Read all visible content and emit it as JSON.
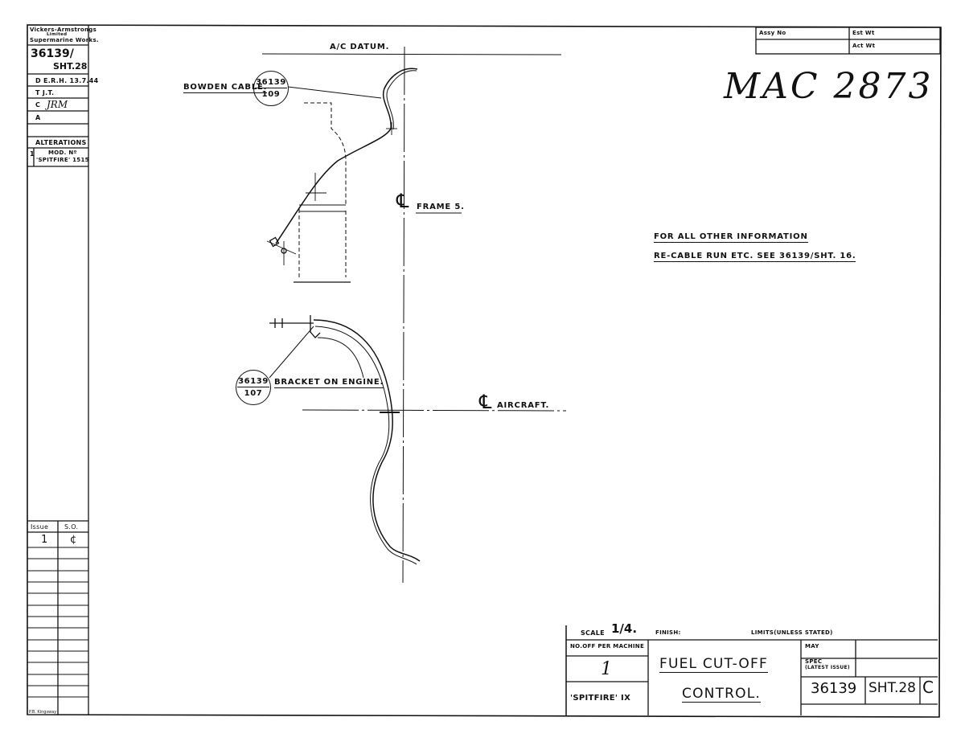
{
  "sidebar": {
    "company_line1": "Vickers-Armstrongs",
    "company_line2": "Limited",
    "company_line3": "Supermarine Works.",
    "drawing_no": "36139/",
    "sheet": "SHT.28",
    "d_row": "D E.R.H. 13.7.44",
    "t_row": "T  J.T.",
    "c_row": "C",
    "c_initials": "JRM",
    "a_row": "A",
    "alterations_label": "ALTERATIONS",
    "alt_num": "1",
    "alt_text1": "MOD. Nº",
    "alt_text2": "'SPITFIRE' 1515",
    "issue_label": "Issue",
    "so_label": "S.O.",
    "issue_val": "1",
    "so_val": "¢"
  },
  "top_right": {
    "assy_no_label": "Assy No",
    "est_wt_label": "Est Wt",
    "act_wt_label": "Act Wt",
    "handwritten_ref": "MAC 2873"
  },
  "drawing": {
    "datum_label": "A/C DATUM.",
    "bowden_label": "BOWDEN CABLE.",
    "bowden_ref_top": "36139",
    "bowden_ref_bot": "109",
    "frame_label": "FRAME 5.",
    "bracket_label": "BRACKET ON ENGINE.",
    "bracket_ref_top": "36139",
    "bracket_ref_bot": "107",
    "aircraft_label": "AIRCRAFT.",
    "centerline_symbol": "℄",
    "note_line1": "FOR ALL OTHER INFORMATION",
    "note_line2": "RE-CABLE RUN ETC. SEE 36139/SHT. 16."
  },
  "title_block": {
    "scale_label": "SCALE",
    "scale_value": "1/4.",
    "finish_label": "FINISH:",
    "limits_label": "LIMITS(UNLESS STATED)",
    "no_off_label": "NO.OFF PER MACHINE",
    "no_off_value": "1",
    "aircraft_type": "'SPITFIRE' IX",
    "title_line1": "FUEL CUT-OFF",
    "title_line2": "CONTROL.",
    "may_label": "MAY",
    "spec_label": "SPEC",
    "spec_sub": "(LATEST ISSUE)",
    "drawing_number": "36139",
    "sheet_number": "SHT.28",
    "issue_letter": "C"
  },
  "footer": {
    "printer_mark": "P.B. Kingsway"
  }
}
